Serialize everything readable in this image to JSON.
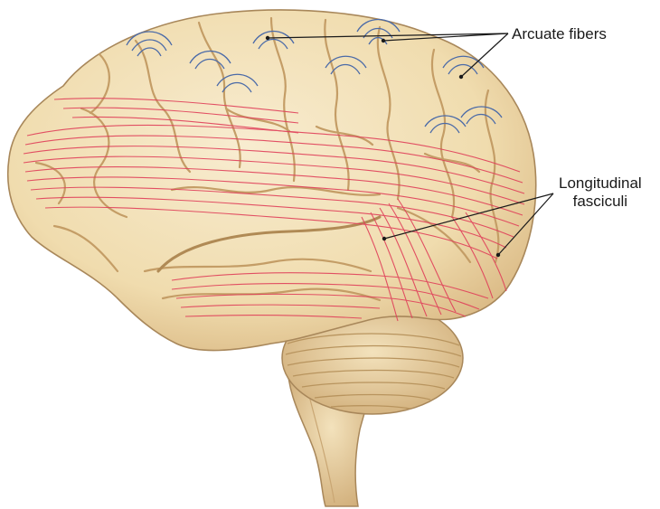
{
  "labels": {
    "arcuate": "Arcuate fibers",
    "longitudinal_line1": "Longitudinal",
    "longitudinal_line2": "fasciculi"
  },
  "colors": {
    "tissue": "#f2dfb4",
    "tissue_shadow": "#d9b884",
    "outline": "#a8875a",
    "longitudinal_fibers": "#e0405a",
    "arcuate_fibers": "#4a6aa8",
    "leader_lines": "#1a1a1a"
  }
}
